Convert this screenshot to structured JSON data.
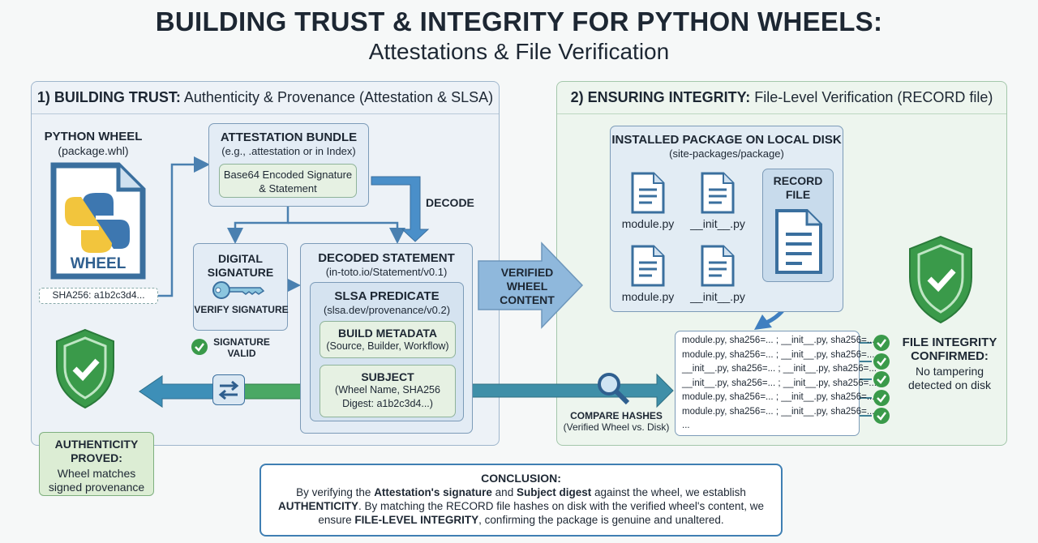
{
  "title": "BUILDING TRUST & INTEGRITY FOR PYTHON WHEELS:",
  "subtitle": "Attestations & File Verification",
  "left_panel": {
    "heading_bold": "1) BUILDING TRUST:",
    "heading_rest": " Authenticity & Provenance (Attestation & SLSA)",
    "wheel": {
      "title": "PYTHON WHEEL",
      "file": "(package.whl)",
      "icon_label": "WHEEL",
      "sha": "SHA256: a1b2c3d4..."
    },
    "bundle": {
      "title": "ATTESTATION BUNDLE",
      "sub": "(e.g., .attestation or in Index)",
      "inner": "Base64 Encoded Signature & Statement"
    },
    "decode": "DECODE",
    "signature": {
      "title": "DIGITAL SIGNATURE",
      "verify": "VERIFY SIGNATURE",
      "valid": "SIGNATURE VALID"
    },
    "statement": {
      "title": "DECODED STATEMENT",
      "sub": "(in-toto.io/Statement/v0.1)"
    },
    "predicate": {
      "title": "SLSA PREDICATE",
      "sub": "(slsa.dev/provenance/v0.2)"
    },
    "metadata": {
      "title": "BUILD METADATA",
      "sub": "(Source, Builder, Workflow)"
    },
    "subject": {
      "title": "SUBJECT",
      "sub": "(Wheel Name, SHA256 Digest: a1b2c3d4...)"
    },
    "authenticity": {
      "title": "AUTHENTICITY PROVED:",
      "sub": "Wheel matches signed provenance"
    }
  },
  "verified_arrow": "VERIFIED WHEEL CONTENT",
  "right_panel": {
    "heading_bold": "2) ENSURING INTEGRITY:",
    "heading_rest": " File-Level Verification (RECORD file)",
    "installed": {
      "title": "INSTALLED PACKAGE ON LOCAL DISK",
      "sub": "(site-packages/package)"
    },
    "files": [
      "module.py",
      "__init__.py",
      "module.py",
      "__init__.py"
    ],
    "record": "RECORD FILE",
    "hash_lines": [
      "module.py, sha256=... ; __init__.py, sha256=...",
      "module.py, sha256=... ; __init__.py, sha256=...",
      "__init__.py, sha256=... ; __init__.py, sha256=...",
      "__init__.py, sha256=... ; __init__.py, sha256=...",
      "module.py, sha256=... ; __init__.py, sha256=...",
      "module.py, sha256=... ; __init__.py, sha256=...",
      "..."
    ],
    "compare": {
      "title": "COMPARE HASHES",
      "sub": "(Verified Wheel vs. Disk)"
    },
    "confirmed": {
      "title": "FILE INTEGRITY CONFIRMED:",
      "sub": "No tampering detected on disk"
    }
  },
  "conclusion": {
    "title": "CONCLUSION:",
    "p1": "By verifying the ",
    "b1": "Attestation's signature",
    "p2": " and ",
    "b2": "Subject digest",
    "p3": " against the wheel, we establish ",
    "b3": "AUTHENTICITY",
    "p4": ". By matching the RECORD file hashes on disk with the verified wheel's content, we ensure ",
    "b4": "FILE-LEVEL INTEGRITY",
    "p5": ", confirming the package is genuine and unaltered."
  },
  "colors": {
    "blue": "#3f7fb3",
    "green": "#3a9a4a",
    "teal": "#3f8fa8"
  }
}
